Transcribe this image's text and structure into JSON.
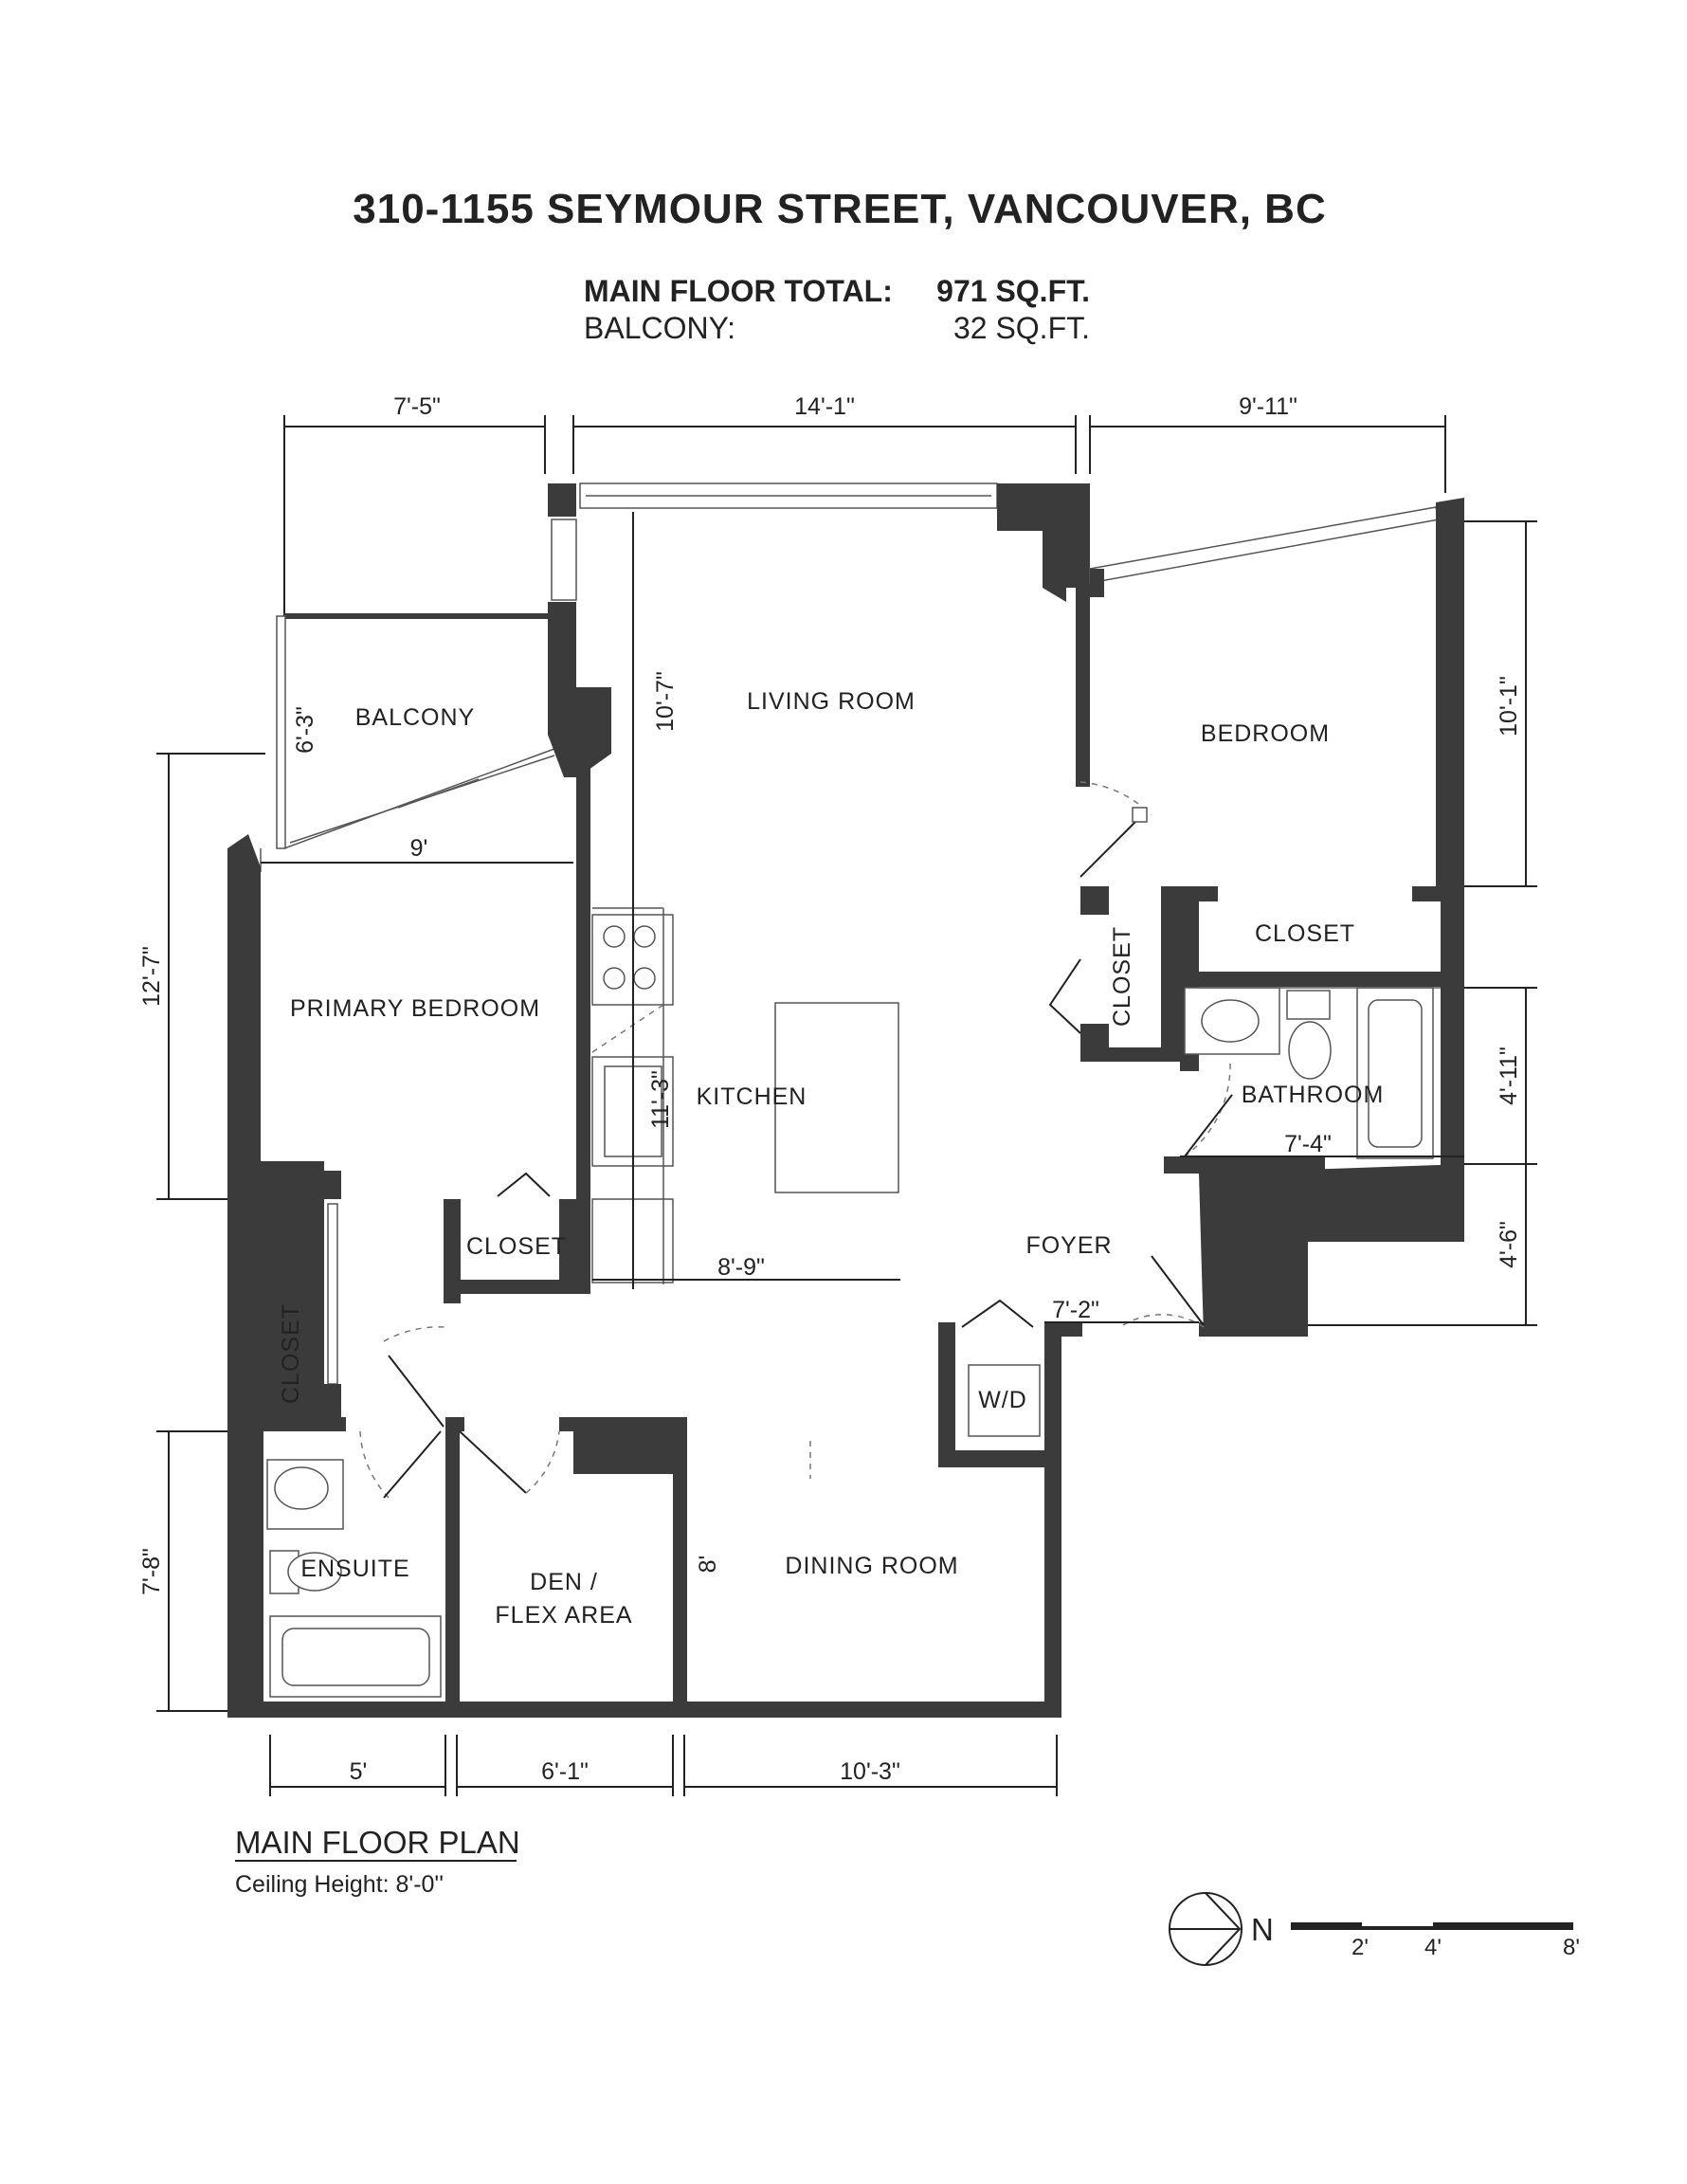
{
  "header": {
    "title": "310-1155 SEYMOUR STREET, VANCOUVER, BC",
    "main_floor_label": "MAIN FLOOR TOTAL:",
    "main_floor_value": "971 SQ.FT.",
    "balcony_label": "BALCONY:",
    "balcony_value": "32 SQ.FT."
  },
  "rooms": {
    "living_room": "LIVING ROOM",
    "bedroom": "BEDROOM",
    "balcony": "BALCONY",
    "primary_bedroom": "PRIMARY BEDROOM",
    "kitchen": "KITCHEN",
    "closet_bedroom": "CLOSET",
    "closet_hall": "CLOSET",
    "closet_primary": "CLOSET",
    "closet_ensuite": "CLOSET",
    "bathroom": "BATHROOM",
    "foyer": "FOYER",
    "wd": "W/D",
    "ensuite": "ENSUITE",
    "den_line1": "DEN /",
    "den_line2": "FLEX AREA",
    "dining_room": "DINING ROOM"
  },
  "dimensions": {
    "top_left": "7'-5\"",
    "top_middle": "14'-1\"",
    "top_right": "9'-11\"",
    "balcony_depth": "6'-3\"",
    "living_height": "10'-7\"",
    "bedroom_height": "10'-1\"",
    "primary_width": "9'",
    "primary_height": "12'-7\"",
    "kitchen_height": "11'-3\"",
    "kitchen_width": "8'-9\"",
    "bath_height": "4'-11\"",
    "bath_width": "7'-4\"",
    "foyer_height": "4'-6\"",
    "foyer_width": "7'-2\"",
    "ensuite_height": "7'-8\"",
    "dining_height": "8'",
    "bottom_left": "5'",
    "bottom_middle": "6'-1\"",
    "bottom_right": "10'-3\""
  },
  "footer": {
    "plan_title": "MAIN FLOOR PLAN",
    "ceiling": "Ceiling Height: 8'-0''",
    "north": "N",
    "scale_ticks": [
      "2'",
      "4'",
      "8'"
    ]
  }
}
